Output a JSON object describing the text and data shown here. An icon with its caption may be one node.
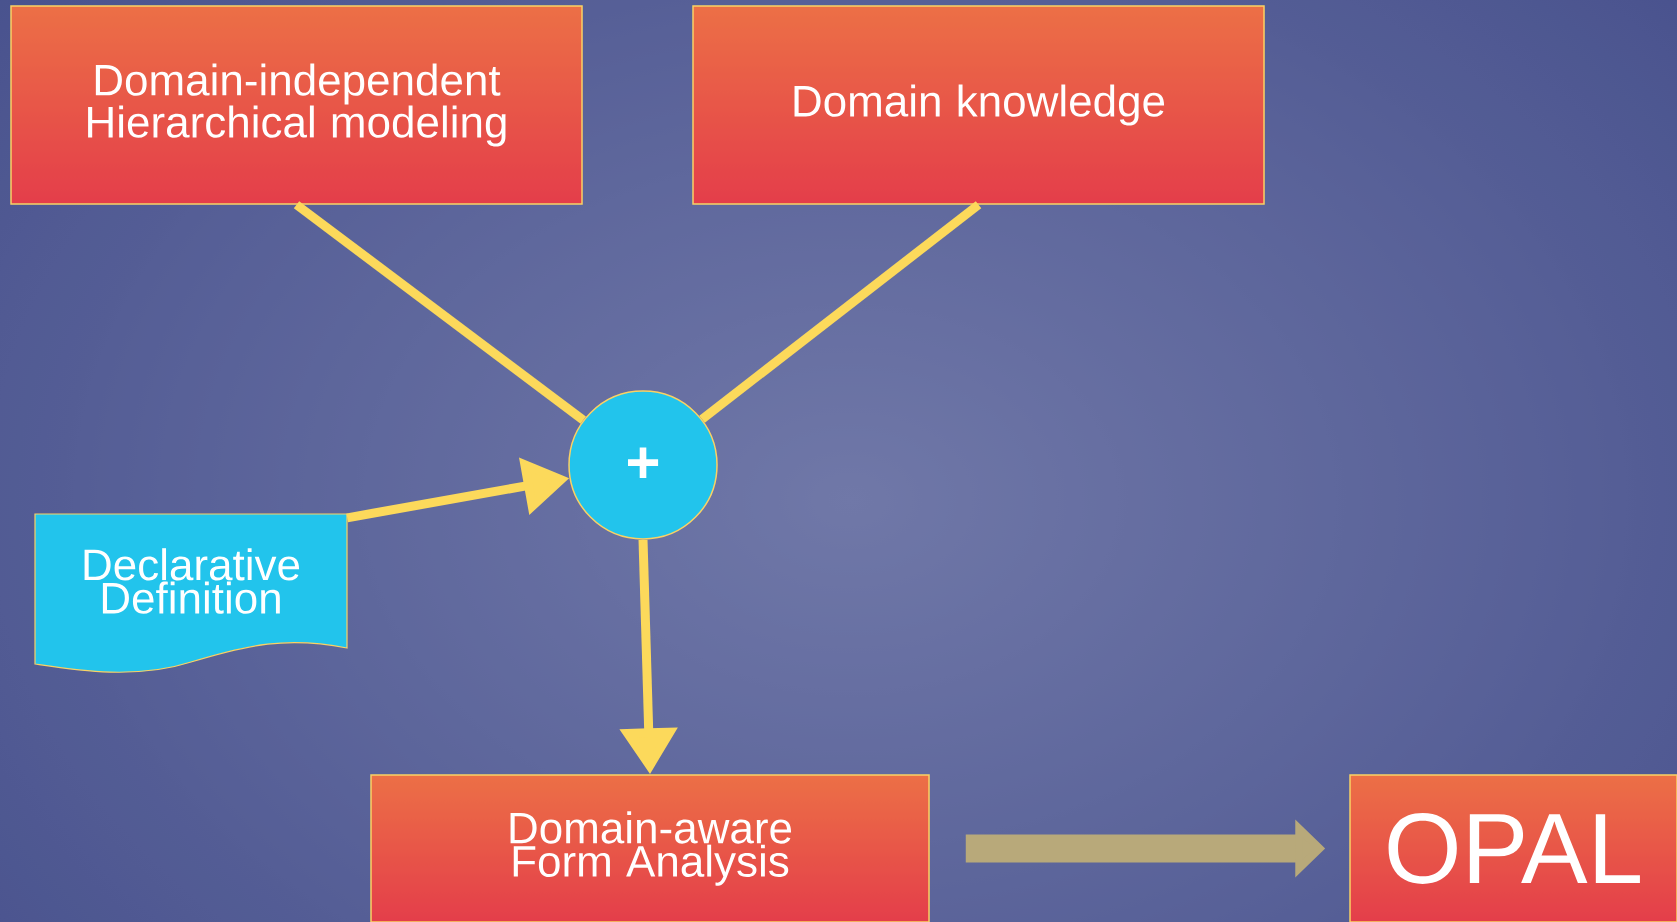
{
  "diagram": {
    "nodes": [
      {
        "text": [
          "Domain-independent Hierarchical modeling"
        ]
      },
      {
        "text": [
          "Domain knowledge"
        ]
      },
      {
        "text": [
          "+"
        ]
      },
      {
        "text": [
          "Declarative Definition"
        ]
      },
      {
        "text": [
          "Domain-aware Form Analysis"
        ]
      },
      {
        "text": [
          "OPAL"
        ]
      }
    ],
    "edges": [
      {
        "from": 0,
        "to": 2,
        "arrow": "none"
      },
      {
        "from": 1,
        "to": 2,
        "arrow": "none"
      },
      {
        "from": 3,
        "to": 2,
        "arrow": "to"
      },
      {
        "from": 2,
        "to": 4,
        "arrow": "to"
      },
      {
        "from": 4,
        "to": 5,
        "arrow": "to",
        "style": "thick",
        "color": "#b8a97a"
      }
    ]
  }
}
